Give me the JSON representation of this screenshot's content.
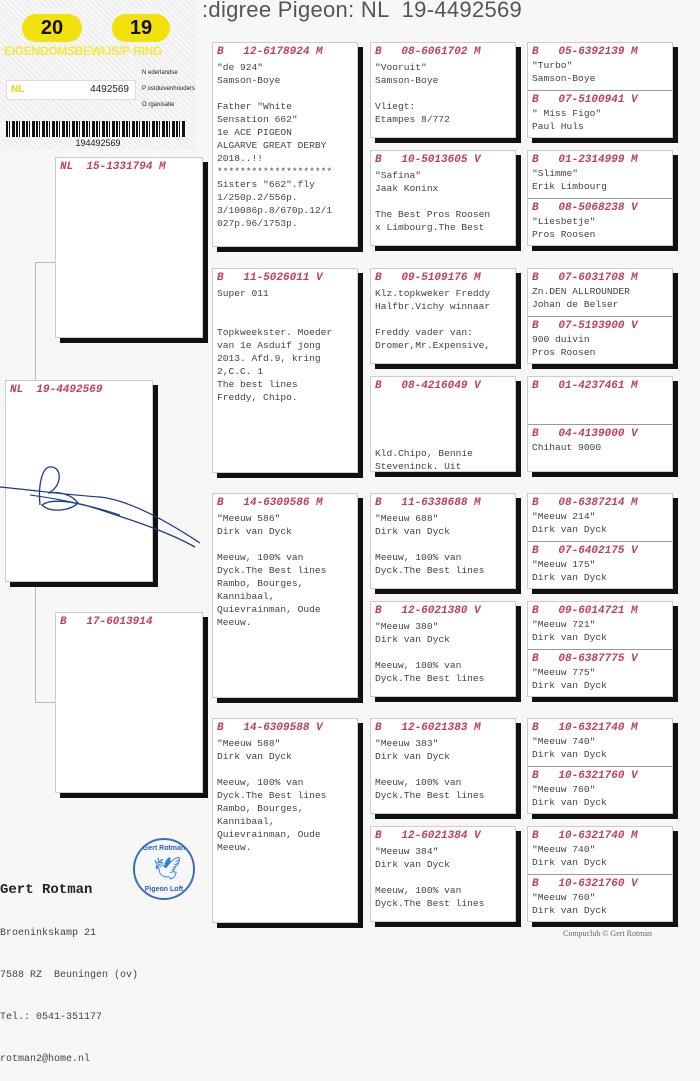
{
  "title": ":digree Pigeon: NL  19-4492569",
  "ring_card": {
    "year_left": "20",
    "year_right": "19",
    "heading": "EIGENDOMSBEWIJS/P-RING",
    "country": "NL",
    "number": "4492569",
    "org": [
      "N ederlandse",
      "P ostduivenhouders",
      "O rganisatie"
    ],
    "barcode_number": "194492569"
  },
  "subject": {
    "header": "NL  19-4492569",
    "lines": []
  },
  "father": {
    "header": "NL  15-1331794 M",
    "lines": []
  },
  "mother": {
    "header": "B   17-6013914",
    "lines": []
  },
  "gen2": [
    {
      "header": "B   12-6178924 M",
      "lines": [
        "\"de 924\"",
        "Samson-Boye",
        "",
        "Father \"White",
        "Sensation 662\"",
        "1e ACE PIGEON",
        "ALGARVE GREAT DERBY",
        "2018..!!",
        "********************",
        "Sisters \"662\".fly",
        "1/250p.2/556p.",
        "3/10086p.8/670p.12/1",
        "027p.96/1753p."
      ]
    },
    {
      "header": "B   11-5026011 V",
      "lines": [
        "Super 011",
        "",
        "",
        "Topkweekster. Moeder",
        "van 1e Asduif jong",
        "2013. Afd.9, kring",
        "2,C.C. 1",
        "The best lines",
        "Freddy, Chipo."
      ]
    },
    {
      "header": "B   14-6309586 M",
      "lines": [
        "\"Meeuw 586\"",
        "Dirk van Dyck",
        "",
        "Meeuw, 100% van",
        "Dyck.The Best lines",
        "Rambo, Bourges,",
        "Kannibaal,",
        "Quievrainman, Oude",
        "Meeuw."
      ]
    },
    {
      "header": "B   14-6309588 V",
      "lines": [
        "\"Meeuw 588\"",
        "Dirk van Dyck",
        "",
        "Meeuw, 100% van",
        "Dyck.The Best lines",
        "Rambo, Bourges,",
        "Kannibaal,",
        "Quievrainman, Oude",
        "Meeuw."
      ]
    }
  ],
  "gen3": [
    {
      "header": "B   08-6061702 M",
      "lines": [
        "\"Vooruit\"",
        "Samson-Boye",
        "",
        "Vliegt:",
        "Etampes 8/772"
      ]
    },
    {
      "header": "B   10-5013605 V",
      "lines": [
        "\"Safina\"",
        "Jaak Koninx",
        "",
        "The Best Pros Roosen",
        "x Limbourg.The Best"
      ]
    },
    {
      "header": "B   09-5109176 M",
      "lines": [
        "Klz.topkweker Freddy",
        "Halfbr.Vichy winnaar",
        "",
        "Freddy vader van:",
        "Dromer,Mr.Expensive,"
      ]
    },
    {
      "header": "B   08-4216049 V",
      "lines": [
        "",
        "",
        "",
        "",
        "Kld.Chipo, Bennie",
        "Steveninck. Uit"
      ]
    },
    {
      "header": "B   11-6338688 M",
      "lines": [
        "\"Meeuw 688\"",
        "Dirk van Dyck",
        "",
        "Meeuw, 100% van",
        "Dyck.The Best lines"
      ]
    },
    {
      "header": "B   12-6021380 V",
      "lines": [
        "\"Meeuw 380\"",
        "Dirk van Dyck",
        "",
        "Meeuw, 100% van",
        "Dyck.The Best lines"
      ]
    },
    {
      "header": "B   12-6021383 M",
      "lines": [
        "\"Meeuw 383\"",
        "Dirk van Dyck",
        "",
        "Meeuw, 100% van",
        "Dyck.The Best lines"
      ]
    },
    {
      "header": "B   12-6021384 V",
      "lines": [
        "\"Meeuw 384\"",
        "Dirk van Dyck",
        "",
        "Meeuw, 100% van",
        "Dyck.The Best lines"
      ]
    }
  ],
  "gen4": [
    {
      "header": "B   05-6392139 M",
      "lines": [
        "\"Turbo\"",
        "Samson-Boye"
      ]
    },
    {
      "header": "B   07-5100941 V",
      "lines": [
        "\" Miss Figo\"",
        "Paul Huls"
      ]
    },
    {
      "header": "B   01-2314999 M",
      "lines": [
        "\"Slimme\"",
        "Erik Limbourg"
      ]
    },
    {
      "header": "B   08-5068238 V",
      "lines": [
        "\"Liesbetje\"",
        "Pros Roosen"
      ]
    },
    {
      "header": "B   07-6031708 M",
      "lines": [
        "Zn.DEN ALLROUNDER",
        "Johan de Belser"
      ]
    },
    {
      "header": "B   07-5193900 V",
      "lines": [
        "900 duivin",
        "Pros Roosen"
      ]
    },
    {
      "header": "B   01-4237461 M",
      "lines": []
    },
    {
      "header": "B   04-4139000 V",
      "lines": [
        "Chihaut 9000"
      ]
    },
    {
      "header": "B   08-6387214 M",
      "lines": [
        "\"Meeuw 214\"",
        "Dirk van Dyck"
      ]
    },
    {
      "header": "B   07-6402175 V",
      "lines": [
        "\"Meeuw 175\"",
        "Dirk van Dyck"
      ]
    },
    {
      "header": "B   09-6014721 M",
      "lines": [
        "\"Meeuw 721\"",
        "Dirk van Dyck"
      ]
    },
    {
      "header": "B   08-6387775 V",
      "lines": [
        "\"Meeuw 775\"",
        "Dirk van Dyck"
      ]
    },
    {
      "header": "B   10-6321740 M",
      "lines": [
        "\"Meeuw 740\"",
        "Dirk van Dyck"
      ]
    },
    {
      "header": "B   10-6321760 V",
      "lines": [
        "\"Meeuw 760\"",
        "Dirk van Dyck"
      ]
    },
    {
      "header": "B   10-6321740 M",
      "lines": [
        "\"Meeuw 740\"",
        "Dirk van Dyck"
      ]
    },
    {
      "header": "B   10-6321760 V",
      "lines": [
        "\"Meeuw 760\"",
        "Dirk van Dyck"
      ]
    }
  ],
  "owner": {
    "name": "Gert Rotman",
    "address": [
      "Broeninkskamp 21",
      "7588 RZ  Beuningen (ov)",
      "Tel.: 0541-351177",
      "rotman2@home.nl"
    ]
  },
  "stamp": {
    "top": "Gert Rotman",
    "bottom": "Pigeon Loft"
  },
  "credit": "Compuclub © Gert Rotman",
  "colors": {
    "ring_header": "#c0405a",
    "shadow": "#111111",
    "ring_yellow": "#f3e10b",
    "stamp_blue": "#2a5fc0"
  }
}
